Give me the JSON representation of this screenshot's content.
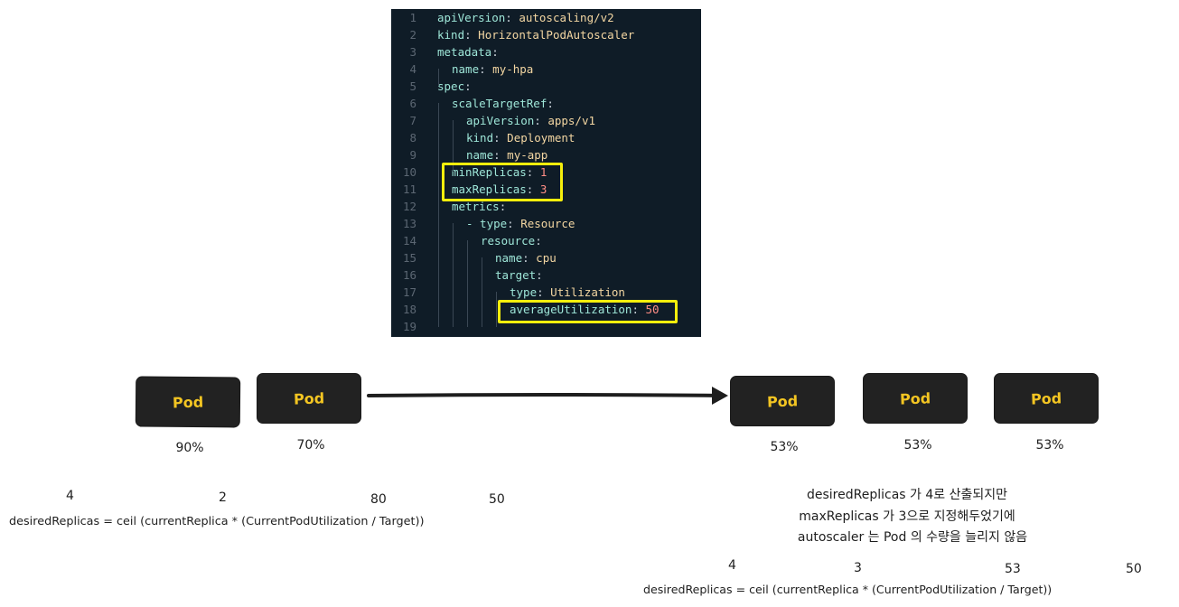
{
  "code": {
    "lines": [
      {
        "num": "1",
        "indent": 0,
        "key": "apiVersion",
        "value": "autoscaling/v2"
      },
      {
        "num": "2",
        "indent": 0,
        "key": "kind",
        "value": "HorizontalPodAutoscaler"
      },
      {
        "num": "3",
        "indent": 0,
        "key": "metadata",
        "value": ""
      },
      {
        "num": "4",
        "indent": 1,
        "key": "name",
        "value": "my-hpa"
      },
      {
        "num": "5",
        "indent": 0,
        "key": "spec",
        "value": ""
      },
      {
        "num": "6",
        "indent": 1,
        "key": "scaleTargetRef",
        "value": ""
      },
      {
        "num": "7",
        "indent": 2,
        "key": "apiVersion",
        "value": "apps/v1"
      },
      {
        "num": "8",
        "indent": 2,
        "key": "kind",
        "value": "Deployment"
      },
      {
        "num": "9",
        "indent": 2,
        "key": "name",
        "value": "my-app"
      },
      {
        "num": "10",
        "indent": 1,
        "key": "minReplicas",
        "value": "1",
        "numeric": true
      },
      {
        "num": "11",
        "indent": 1,
        "key": "maxReplicas",
        "value": "3",
        "numeric": true
      },
      {
        "num": "12",
        "indent": 1,
        "key": "metrics",
        "value": ""
      },
      {
        "num": "13",
        "indent": 2,
        "key": "- type",
        "value": "Resource"
      },
      {
        "num": "14",
        "indent": 3,
        "key": "resource",
        "value": ""
      },
      {
        "num": "15",
        "indent": 4,
        "key": "name",
        "value": "cpu"
      },
      {
        "num": "16",
        "indent": 4,
        "key": "target",
        "value": ""
      },
      {
        "num": "17",
        "indent": 5,
        "key": "type",
        "value": "Utilization"
      },
      {
        "num": "18",
        "indent": 5,
        "key": "averageUtilization",
        "value": "50",
        "numeric": true
      },
      {
        "num": "19",
        "indent": 0,
        "key": "",
        "value": ""
      }
    ]
  },
  "pods_before": [
    {
      "label": "Pod",
      "utilization": "90%"
    },
    {
      "label": "Pod",
      "utilization": "70%"
    }
  ],
  "pods_after": [
    {
      "label": "Pod",
      "utilization": "53%"
    },
    {
      "label": "Pod",
      "utilization": "53%"
    },
    {
      "label": "Pod",
      "utilization": "53%"
    }
  ],
  "formula_left": {
    "values": [
      "4",
      "2",
      "80",
      "50"
    ],
    "text": "desiredReplicas = ceil (currentReplica * (CurrentPodUtilization / Target))"
  },
  "formula_right": {
    "values": [
      "4",
      "3",
      "53",
      "50"
    ],
    "text": "desiredReplicas = ceil (currentReplica * (CurrentPodUtilization / Target))"
  },
  "note": {
    "line1": "desiredReplicas 가 4로 산출되지만",
    "line2": "maxReplicas 가 3으로 지정해두었기에",
    "line3": "autoscaler 는 Pod 의 수량을 늘리지 않음"
  },
  "colors": {
    "code_bg": "#0f1c27",
    "highlight": "#f5ee0c",
    "pod_bg": "#222222",
    "pod_text": "#f3c522"
  }
}
